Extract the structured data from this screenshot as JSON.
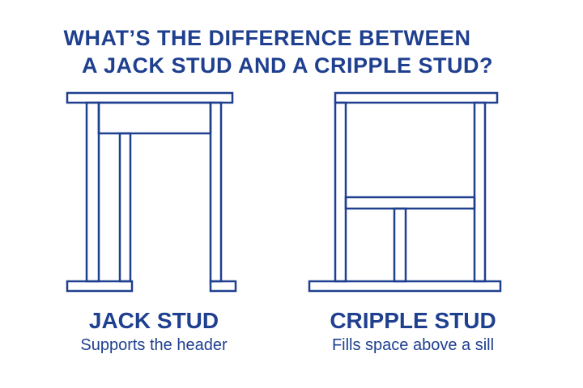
{
  "title": {
    "line1": "WHAT’S THE DIFFERENCE BETWEEN",
    "line2": "A JACK STUD AND A CRIPPLE STUD?"
  },
  "jack_stud": {
    "name": "JACK STUD",
    "description": "Supports the header"
  },
  "cripple_stud": {
    "name": "CRIPPLE STUD",
    "description": "Fills space above a sill"
  },
  "colors": {
    "stroke": "#1f3f8f",
    "background": "#ffffff"
  }
}
